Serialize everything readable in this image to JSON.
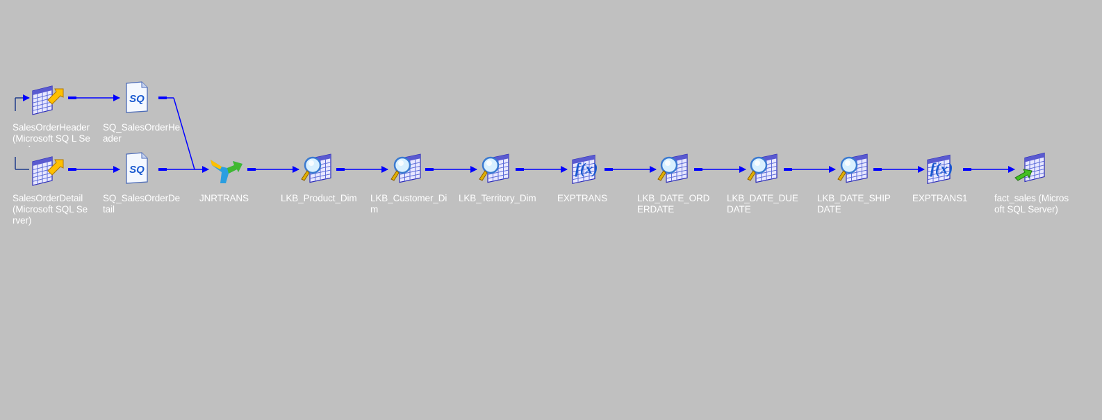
{
  "mapping": {
    "nodes": [
      {
        "id": "n1",
        "type": "source",
        "label": "SalesOrderHeader (Microsoft SQ L Server)"
      },
      {
        "id": "n2",
        "type": "sq",
        "label": "SQ_SalesOrderHeader"
      },
      {
        "id": "n3",
        "type": "source",
        "label": "SalesOrderDetail (Microsoft SQL Server)"
      },
      {
        "id": "n4",
        "type": "sq",
        "label": "SQ_SalesOrderDetail"
      },
      {
        "id": "n5",
        "type": "joiner",
        "label": "JNRTRANS"
      },
      {
        "id": "n6",
        "type": "lookup",
        "label": "LKB_Product_Dim"
      },
      {
        "id": "n7",
        "type": "lookup",
        "label": "LKB_Customer_Dim"
      },
      {
        "id": "n8",
        "type": "lookup",
        "label": "LKB_Territory_Dim"
      },
      {
        "id": "n9",
        "type": "expression",
        "label": "EXPTRANS"
      },
      {
        "id": "n10",
        "type": "lookup",
        "label": "LKB_DATE_ORDERDATE"
      },
      {
        "id": "n11",
        "type": "lookup",
        "label": "LKB_DATE_DUEDATE"
      },
      {
        "id": "n12",
        "type": "lookup",
        "label": "LKB_DATE_SHIPDATE"
      },
      {
        "id": "n13",
        "type": "expression",
        "label": "EXPTRANS1"
      },
      {
        "id": "n14",
        "type": "target",
        "label": "fact_sales (Microsoft SQL Server)"
      }
    ]
  },
  "colors": {
    "background": "#c0c0c0",
    "link": "#0000ff",
    "label": "#ffffff"
  }
}
